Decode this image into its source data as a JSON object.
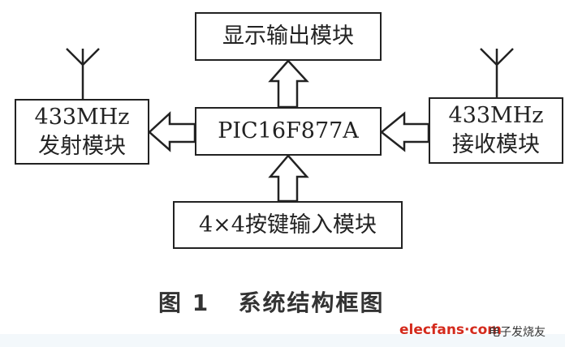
{
  "blocks": {
    "display": "显示输出模块",
    "mcu": "PIC16F877A",
    "tx_line1": "433MHz",
    "tx_line2": "发射模块",
    "rx_line1": "433MHz",
    "rx_line2": "接收模块",
    "keypad": "4×4按键输入模块"
  },
  "caption": "图 1   系统结构框图",
  "watermark": {
    "site": "elecfans·com",
    "name": "电子发烧友"
  },
  "colors": {
    "line": "#222222",
    "watermark": "#d42a1c"
  }
}
